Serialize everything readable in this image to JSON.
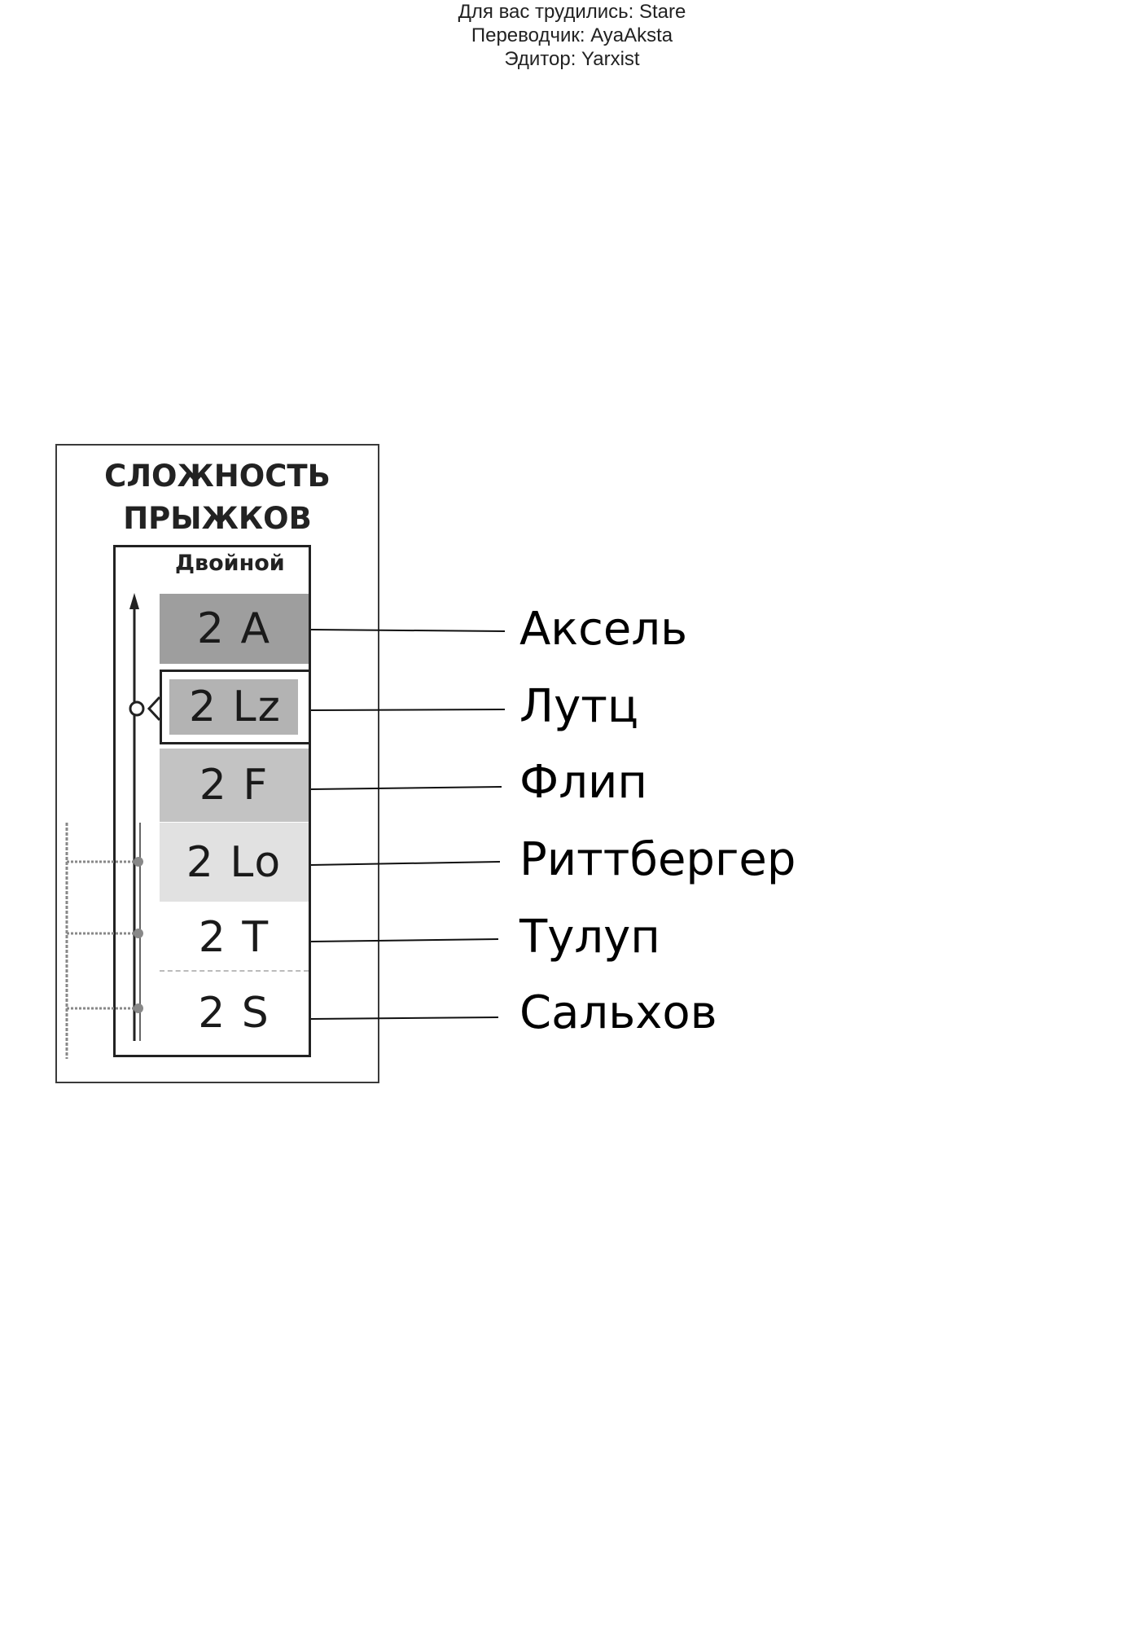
{
  "credits": [
    "Для вас трудились: Stare",
    "Переводчик: AyaAksta",
    "Эдитор: Yarxist"
  ],
  "panel": {
    "title_line1": "СЛОЖНОСТЬ",
    "title_line2": "ПРЫЖКОВ",
    "level_label": "Двойной"
  },
  "jumps": [
    {
      "code": "2 A",
      "name": "Аксель"
    },
    {
      "code": "2 Lz",
      "name": "Лутц"
    },
    {
      "code": "2 F",
      "name": "Флип"
    },
    {
      "code": "2 Lo",
      "name": "Риттбергер"
    },
    {
      "code": "2 T",
      "name": "Тулуп"
    },
    {
      "code": "2 S",
      "name": "Сальхов"
    }
  ]
}
